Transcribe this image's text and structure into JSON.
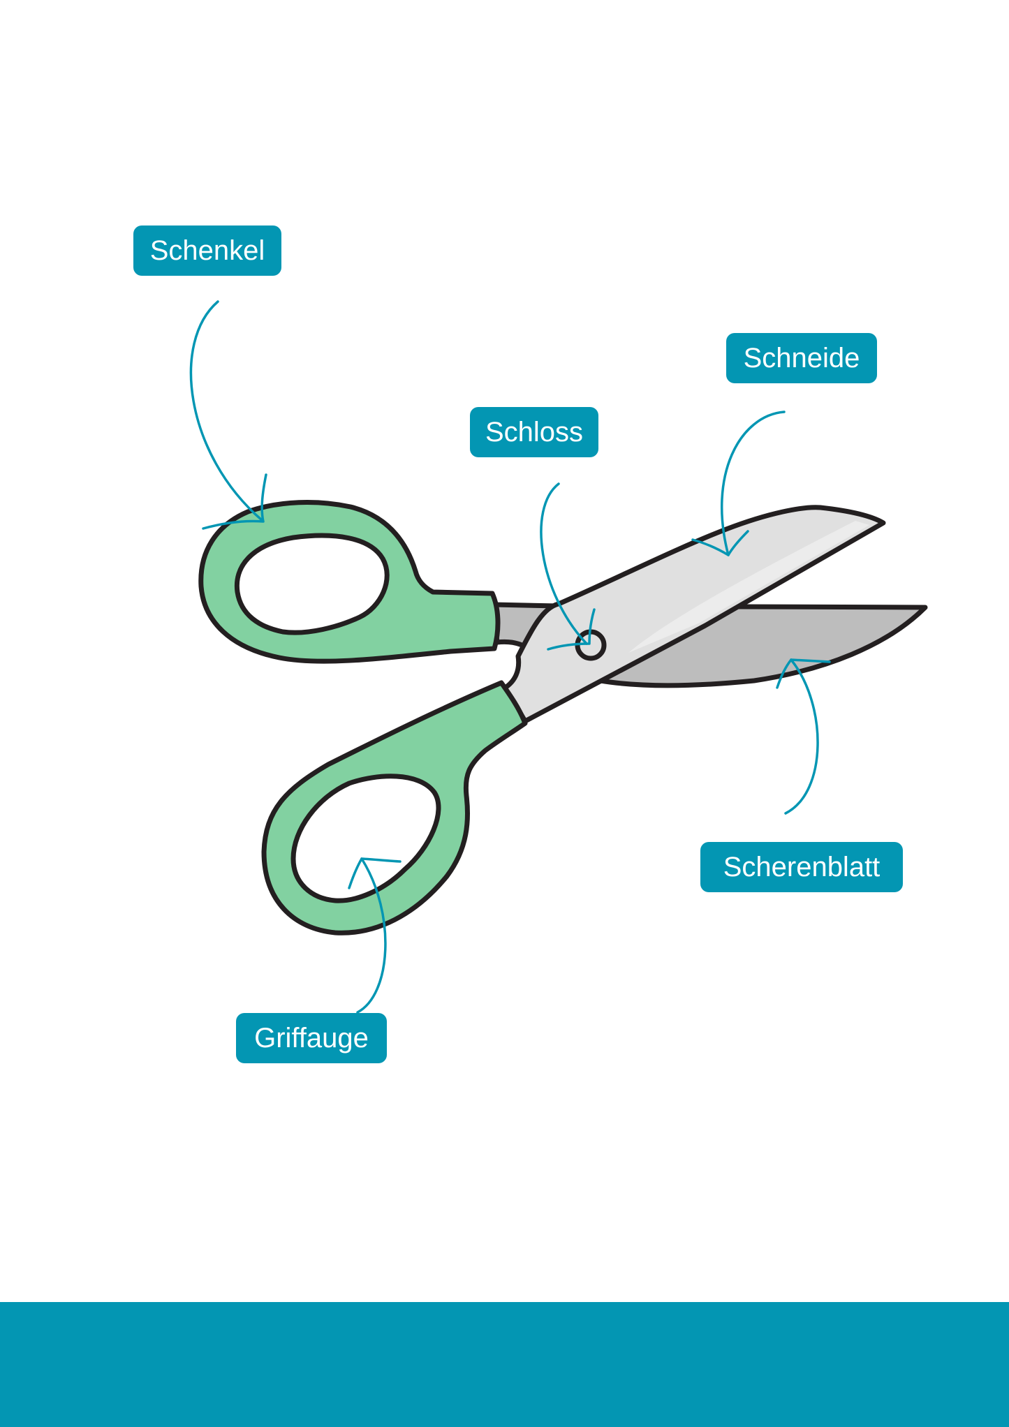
{
  "labels": {
    "schenkel": "Schenkel",
    "schneide": "Schneide",
    "schloss": "Schloss",
    "scherenblatt": "Scherenblatt",
    "griffauge": "Griffauge"
  },
  "colors": {
    "accent": "#0396b3",
    "handle": "#82d1a1",
    "blade_upper": "#e0e0e0",
    "blade_lower": "#bdbdbd",
    "outline": "#231f20",
    "background": "#ffffff"
  }
}
